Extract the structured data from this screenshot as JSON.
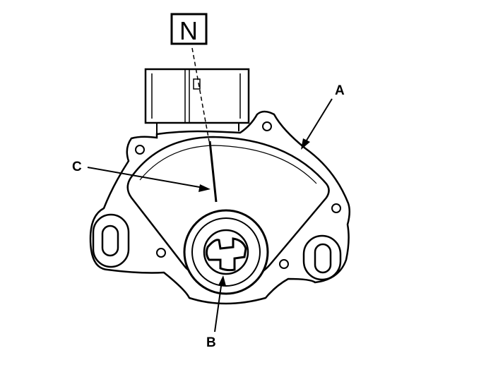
{
  "diagram": {
    "position_indicator": "N",
    "callouts": {
      "a": "A",
      "b": "B",
      "c": "C"
    },
    "colors": {
      "line": "#000000",
      "background": "#ffffff"
    }
  }
}
